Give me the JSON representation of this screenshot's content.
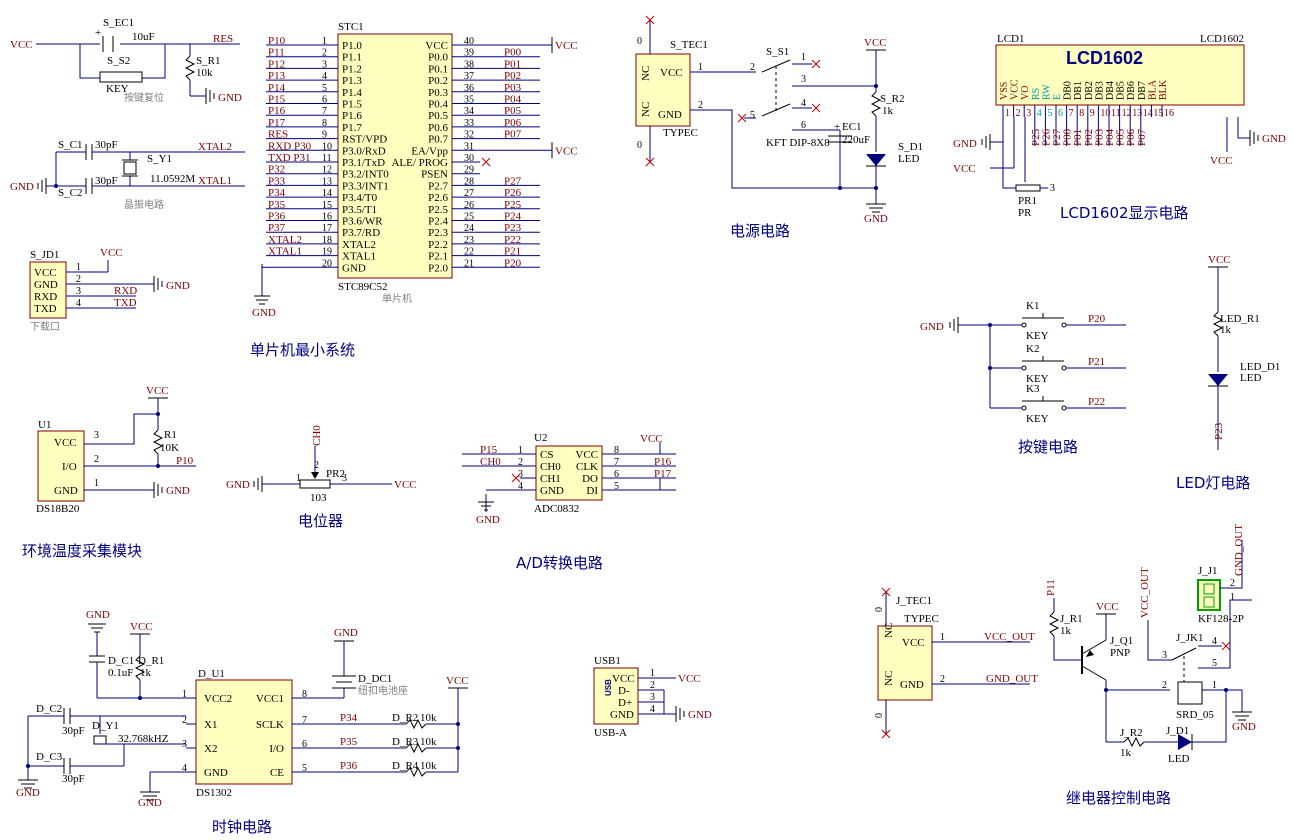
{
  "sections": {
    "mcu": "单片机最小系统",
    "power": "电源电路",
    "lcd": "LCD1602显示电路",
    "keys": "按键电路",
    "led": "LED灯电路",
    "temp": "环境温度采集模块",
    "pot": "电位器",
    "adc": "A/D转换电路",
    "clock": "时钟电路",
    "relay": "继电器控制电路"
  },
  "notes": {
    "reset": "按键复位",
    "crystal": "晶振电路",
    "download": "下载口",
    "mcu_sub": "单片机",
    "battery": "纽扣电池座"
  },
  "reset": {
    "cap_ref": "S_EC1",
    "cap_val": "10uF",
    "key_ref": "S_S2",
    "key_val": "KEY",
    "res_ref": "S_R1",
    "res_val": "10k",
    "net_res": "RES",
    "vcc": "VCC",
    "gnd": "GND"
  },
  "crystal": {
    "c1_ref": "S_C1",
    "c2_ref": "S_C2",
    "c_val": "30pF",
    "y_ref": "S_Y1",
    "y_val": "11.0592M",
    "xtal2": "XTAL2",
    "xtal1": "XTAL1",
    "gnd": "GND"
  },
  "jd": {
    "ref": "S_JD1",
    "pins": [
      "VCC",
      "GND",
      "RXD",
      "TXD"
    ],
    "nums": [
      "1",
      "2",
      "3",
      "4"
    ],
    "vcc": "VCC",
    "gnd": "GND",
    "rxd": "RXD",
    "txd": "TXD"
  },
  "mcu": {
    "ref": "STC1",
    "part": "STC89C52",
    "left_nets": [
      "P10",
      "P11",
      "P12",
      "P13",
      "P14",
      "P15",
      "P16",
      "P17",
      "RES",
      "RXD P30",
      "TXD P31",
      "P32",
      "P33",
      "P34",
      "P35",
      "P36",
      "P37",
      "XTAL2",
      "XTAL1",
      ""
    ],
    "left_nums": [
      "1",
      "2",
      "3",
      "4",
      "5",
      "6",
      "7",
      "8",
      "9",
      "10",
      "11",
      "12",
      "13",
      "14",
      "15",
      "16",
      "17",
      "18",
      "19",
      "20"
    ],
    "left_pins": [
      "P1.0",
      "P1.1",
      "P1.2",
      "P1.3",
      "P1.4",
      "P1.5",
      "P1.6",
      "P1.7",
      "RST/VPD",
      "P3.0/RxD",
      "P3.1/TxD",
      "P3.2/INT0",
      "P3.3/INT1",
      "P3.4/T0",
      "P3.5/T1",
      "P3.6/WR",
      "P3.7/RD",
      "XTAL2",
      "XTAL1",
      "GND"
    ],
    "right_pins": [
      "VCC",
      "P0.0",
      "P0.1",
      "P0.2",
      "P0.3",
      "P0.4",
      "P0.5",
      "P0.6",
      "P0.7",
      "EA/Vpp",
      "ALE/ PROG",
      "PSEN",
      "P2.7",
      "P2.6",
      "P2.5",
      "P2.4",
      "P2.3",
      "P2.2",
      "P2.1",
      "P2.0"
    ],
    "right_nums": [
      "40",
      "39",
      "38",
      "37",
      "36",
      "35",
      "34",
      "33",
      "32",
      "31",
      "30",
      "29",
      "28",
      "27",
      "26",
      "25",
      "24",
      "23",
      "22",
      "21"
    ],
    "right_nets": [
      "VCC",
      "P00",
      "P01",
      "P02",
      "P03",
      "P04",
      "P05",
      "P06",
      "P07",
      "VCC",
      "",
      "",
      "P27",
      "P26",
      "P25",
      "P24",
      "P23",
      "P22",
      "P21",
      "P20"
    ],
    "gnd": "GND"
  },
  "power": {
    "tec_ref": "S_TEC1",
    "tec_part": "TYPEC",
    "tec_nc": "NC",
    "tec_vcc": "VCC",
    "tec_gnd": "GND",
    "sw_ref": "S_S1",
    "sw_part": "KFT DIP-8X8",
    "sw_nums": [
      "1",
      "2",
      "3",
      "4",
      "5",
      "6"
    ],
    "ec_ref": "EC1",
    "ec_val": "220uF",
    "r_ref": "S_R2",
    "r_val": "1k",
    "d_ref": "S_D1",
    "d_val": "LED",
    "vcc": "VCC",
    "gnd": "GND",
    "zero": "0"
  },
  "lcd": {
    "ref": "LCD1",
    "part": "LCD1602",
    "title": "LCD1602",
    "pins": [
      "VSS",
      "VCC",
      "VO",
      "RS",
      "RW",
      "E",
      "DB0",
      "DB1",
      "DB2",
      "DB3",
      "DB4",
      "DB5",
      "DB6",
      "DB7",
      "BLA",
      "BLK"
    ],
    "nums": [
      "1",
      "2",
      "3",
      "4",
      "5",
      "6",
      "7",
      "8",
      "9",
      "10",
      "11",
      "12",
      "13",
      "14",
      "15",
      "16"
    ],
    "nets": [
      "",
      "",
      "",
      "P25",
      "P26",
      "P27",
      "P00",
      "P01",
      "P02",
      "P03",
      "P04",
      "P05",
      "P06",
      "P07",
      "",
      ""
    ],
    "pr_ref": "PR1",
    "pr_val": "PR",
    "gnd": "GND",
    "vcc": "VCC"
  },
  "keys": {
    "gnd": "GND",
    "items": [
      {
        "ref": "K1",
        "val": "KEY",
        "net": "P20"
      },
      {
        "ref": "K2",
        "val": "KEY",
        "net": "P21"
      },
      {
        "ref": "K3",
        "val": "KEY",
        "net": "P22"
      }
    ]
  },
  "led": {
    "vcc": "VCC",
    "r_ref": "LED_R1",
    "r_val": "1k",
    "d_ref": "LED_D1",
    "d_val": "LED",
    "net": "P23"
  },
  "temp": {
    "ref": "U1",
    "part": "DS18B20",
    "pins": [
      "VCC",
      "I/O",
      "GND"
    ],
    "nums": [
      "3",
      "2",
      "1"
    ],
    "r_ref": "R1",
    "r_val": "10K",
    "net": "P10",
    "vcc": "VCC",
    "gnd": "GND"
  },
  "pot": {
    "ref": "PR2",
    "val": "103",
    "net": "CH0",
    "gnd": "GND",
    "vcc": "VCC",
    "nums": [
      "1",
      "2",
      "3"
    ]
  },
  "adc": {
    "ref": "U2",
    "part": "ADC0832",
    "left_pins": [
      "CS",
      "CH0",
      "CH1",
      "GND"
    ],
    "left_nums": [
      "1",
      "2",
      "3",
      "4"
    ],
    "left_nets": [
      "P15",
      "CH0",
      "",
      ""
    ],
    "right_pins": [
      "VCC",
      "CLK",
      "DO",
      "DI"
    ],
    "right_nums": [
      "8",
      "7",
      "6",
      "5"
    ],
    "right_nets": [
      "VCC",
      "P16",
      "P17",
      ""
    ],
    "gnd": "GND"
  },
  "clock": {
    "ref": "D_U1",
    "part": "DS1302",
    "left_pins": [
      "VCC2",
      "X1",
      "X2",
      "GND"
    ],
    "left_nums": [
      "1",
      "2",
      "3",
      "4"
    ],
    "right_pins": [
      "VCC1",
      "SCLK",
      "I/O",
      "CE"
    ],
    "right_nums": [
      "8",
      "7",
      "6",
      "5"
    ],
    "nets": [
      "P34",
      "P35",
      "P36"
    ],
    "r_refs": [
      "D_R2",
      "D_R3",
      "D_R4"
    ],
    "r_val": "10k",
    "c1_ref": "D_C1",
    "c1_val": "0.1uF",
    "r1_ref": "D_R1",
    "r1_val": "1k",
    "c2_ref": "D_C2",
    "c3_ref": "D_C3",
    "c_val": "30pF",
    "y_ref": "D_Y1",
    "y_val": "32.768kHZ",
    "dc_ref": "D_DC1",
    "gnd": "GND",
    "vcc": "VCC"
  },
  "usb": {
    "ref": "USB1",
    "part": "USB-A",
    "pins": [
      "VCC",
      "D-",
      "D+",
      "GND"
    ],
    "nums": [
      "1",
      "2",
      "3",
      "4"
    ],
    "vcc": "VCC",
    "gnd": "GND",
    "tag": "USB"
  },
  "relay": {
    "tec_ref": "J_TEC1",
    "tec_part": "TYPEC",
    "tec_nc": "NC",
    "tec_vcc": "VCC",
    "tec_gnd": "GND",
    "vcc_out": "VCC_OUT",
    "gnd_out": "GND_OUT",
    "j1_ref": "J_J1",
    "j1_part": "KF128-2P",
    "r1_ref": "J_R1",
    "r1_val": "1k",
    "q_ref": "J_Q1",
    "q_val": "PNP",
    "k_ref": "J_JK1",
    "k_part": "SRD_05",
    "r2_ref": "J_R2",
    "r2_val": "1k",
    "d_ref": "J_D1",
    "d_val": "LED",
    "net_p11": "P11",
    "vcc": "VCC",
    "gnd": "GND",
    "zero": "0"
  }
}
